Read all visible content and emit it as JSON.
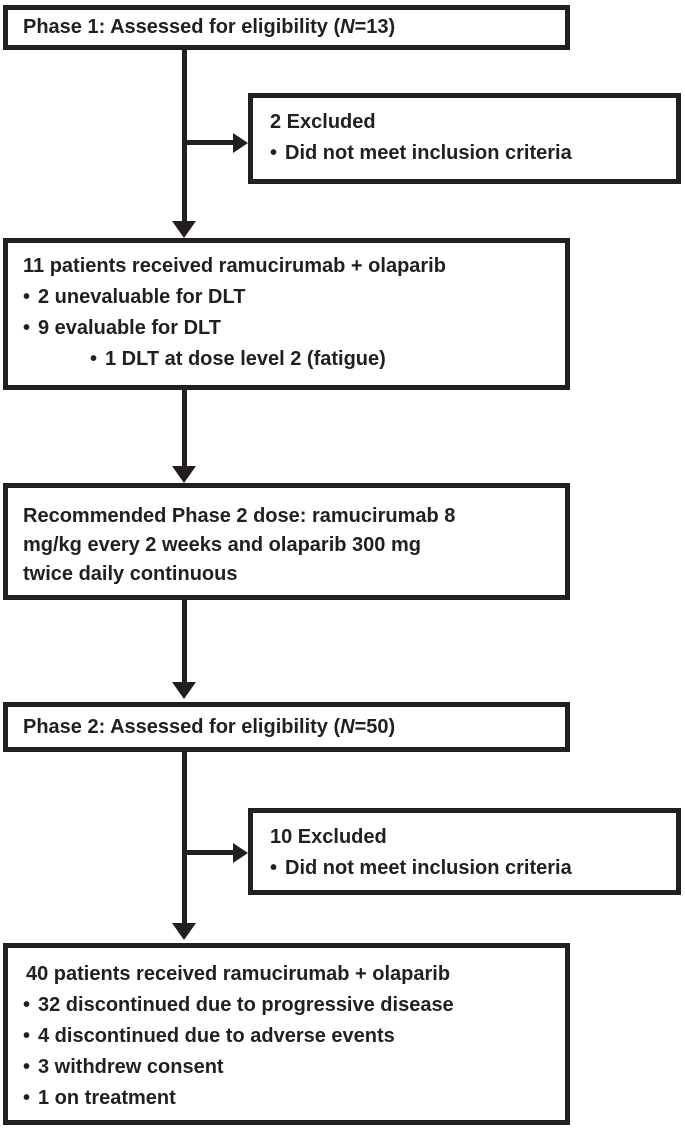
{
  "colors": {
    "ink": "#231f20",
    "background": "#ffffff"
  },
  "glyphs": {
    "bullet": "•"
  },
  "boxes": {
    "phase1_eligibility": {
      "prefix": "Phase 1: Assessed for eligibility (",
      "n_italic": "N",
      "suffix": "=13)"
    },
    "phase1_excluded": {
      "title": "2 Excluded",
      "bullets": [
        "Did not meet inclusion criteria"
      ]
    },
    "phase1_treated": {
      "title": "11 patients received ramucirumab + olaparib",
      "bullets": [
        "2 unevaluable for DLT",
        "9 evaluable for DLT"
      ],
      "sub_bullets": [
        "1 DLT at dose level 2 (fatigue)"
      ]
    },
    "recommended_dose": {
      "lines": [
        "Recommended Phase 2 dose: ramucirumab 8",
        "mg/kg every 2 weeks and olaparib 300 mg",
        "twice daily continuous"
      ]
    },
    "phase2_eligibility": {
      "prefix": "Phase 2: Assessed for eligibility (",
      "n_italic": "N",
      "suffix": "=50)"
    },
    "phase2_excluded": {
      "title": "10 Excluded",
      "bullets": [
        "Did not meet inclusion criteria"
      ]
    },
    "phase2_treated": {
      "title": "40 patients received ramucirumab + olaparib",
      "bullets": [
        "32 discontinued due to progressive disease",
        "4 discontinued due to adverse events",
        "3 withdrew consent",
        "1 on treatment"
      ]
    }
  }
}
